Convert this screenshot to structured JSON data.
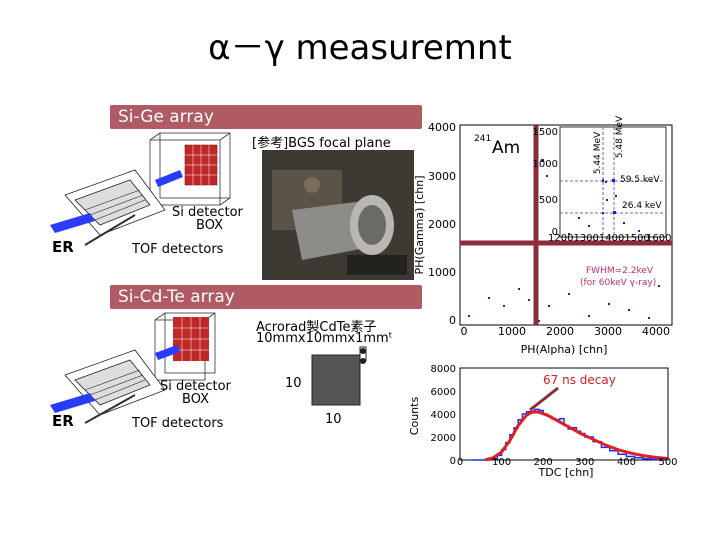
{
  "title": "α－γ measuremnt",
  "section_ge": {
    "banner": "Si-Ge array",
    "ref_label": "[参考]BGS focal plane",
    "si_detector": "Si detector",
    "box": "BOX",
    "er": "ER",
    "tof": "TOF detectors"
  },
  "section_cdte": {
    "banner": "Si-Cd-Te array",
    "si_detector": "Si detector",
    "box": "BOX",
    "er": "ER",
    "tof": "TOF detectors",
    "crystal_line1": "Acrorad製CdTe素子",
    "crystal_line2": "10mmx10mmx1mmᵗ",
    "dim_vertical": "10",
    "dim_horizontal": "10"
  },
  "plot2d": {
    "ylabel": "PH(Gamma) [chn]",
    "xlabel": "PH(Alpha) [chn]",
    "yticks": [
      "4000",
      "3000",
      "2000",
      "1000",
      "0"
    ],
    "xticks": [
      "0",
      "1000",
      "2000",
      "3000",
      "4000"
    ],
    "am_label_sup": "241",
    "am_label": "Am",
    "inset_yticks": [
      "1500",
      "1000",
      "500",
      "0"
    ],
    "inset_xticks": "1200130014001500",
    "inset_xticks_end": "1600",
    "line_5_44": "5.44 MeV",
    "line_5_48": "5.48 MeV",
    "peak_59": "59.5 keV",
    "peak_26": "26.4 keV",
    "fwhm_line1": "FWHM=2.2keV",
    "fwhm_line2": "(for 60keV γ-ray)"
  },
  "chart_data": {
    "type": "area",
    "title": "",
    "xlabel": "TDC [chn]",
    "ylabel": "Counts",
    "xlim": [
      0,
      500
    ],
    "ylim": [
      0,
      8000
    ],
    "xticks": [
      "0",
      "100",
      "200",
      "300",
      "400",
      "500"
    ],
    "yticks": [
      "8000",
      "6000",
      "4000",
      "2000",
      "0"
    ],
    "annotation": "67 ns decay",
    "series": [
      {
        "name": "",
        "style": "histogram",
        "x": [
          30,
          50,
          70,
          90,
          100,
          110,
          120,
          130,
          140,
          150,
          160,
          170,
          180,
          190,
          200,
          210,
          220,
          230,
          240,
          250,
          260,
          270,
          280,
          290,
          300,
          320,
          340,
          360,
          380,
          400,
          420,
          440,
          460,
          480
        ],
        "values": [
          0,
          0,
          100,
          400,
          900,
          1500,
          2200,
          2800,
          3500,
          4000,
          4200,
          4100,
          4400,
          4300,
          4000,
          3800,
          3600,
          3500,
          3600,
          3000,
          2700,
          2800,
          2500,
          2300,
          2000,
          1600,
          1100,
          800,
          500,
          300,
          200,
          100,
          50,
          0
        ]
      },
      {
        "name": "",
        "style": "fit",
        "x": [
          60,
          80,
          100,
          120,
          140,
          160,
          175,
          190,
          210,
          230,
          250,
          270,
          290,
          320,
          350,
          380,
          410,
          440,
          470,
          500
        ],
        "values": [
          0,
          200,
          700,
          1700,
          3000,
          3900,
          4200,
          4150,
          3900,
          3500,
          3100,
          2700,
          2300,
          1800,
          1300,
          900,
          600,
          380,
          230,
          130
        ]
      }
    ]
  },
  "colors": {
    "banner": "#b05a63",
    "crosshair": "#8b2c3a",
    "histogram": "#1a2cff",
    "fit": "#e02020",
    "scatter": "#2020c0"
  }
}
